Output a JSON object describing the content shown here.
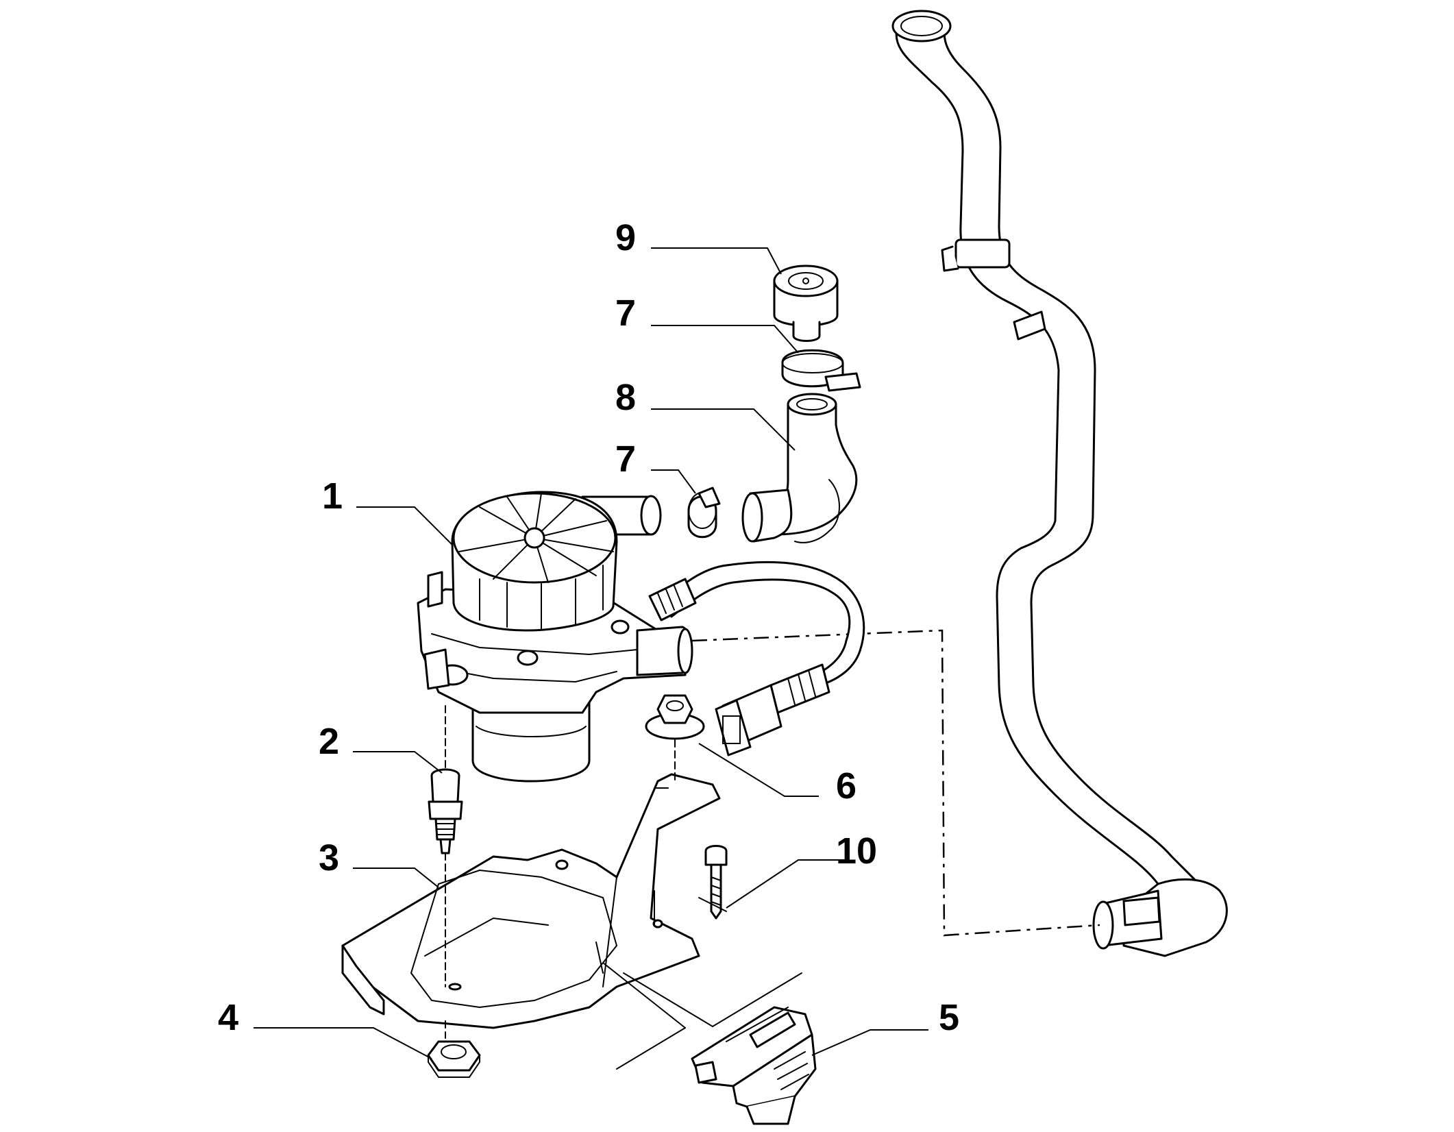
{
  "callouts": [
    {
      "id": "1",
      "label": "1"
    },
    {
      "id": "2",
      "label": "2"
    },
    {
      "id": "3",
      "label": "3"
    },
    {
      "id": "4",
      "label": "4"
    },
    {
      "id": "5",
      "label": "5"
    },
    {
      "id": "6",
      "label": "6"
    },
    {
      "id": "7a",
      "label": "7"
    },
    {
      "id": "7b",
      "label": "7"
    },
    {
      "id": "8",
      "label": "8"
    },
    {
      "id": "9",
      "label": "9"
    },
    {
      "id": "10",
      "label": "10"
    }
  ],
  "colors": {
    "line": "#000000",
    "background": "#ffffff"
  }
}
